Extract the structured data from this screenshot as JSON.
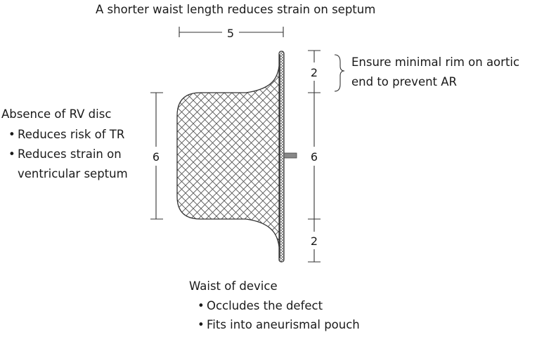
{
  "colors": {
    "text": "#1a1a1a",
    "line": "#333333",
    "mesh": "#555555",
    "background": "#ffffff"
  },
  "top_note": "A shorter waist length reduces strain on septum",
  "dimensions": {
    "waist_length": "5",
    "waist_height": "6",
    "disc_upper": "2",
    "disc_middle": "6",
    "disc_lower": "2"
  },
  "rim_note": {
    "line1": "Ensure minimal rim on aortic",
    "line2": "end to prevent AR"
  },
  "rv_disc_note": {
    "title": "Absence of RV disc",
    "bullets": [
      "Reduces risk of TR",
      "Reduces strain on",
      "ventricular septum"
    ]
  },
  "waist_note": {
    "title": "Waist of device",
    "bullets": [
      "Occludes the defect",
      "Fits into aneurismal pouch"
    ]
  }
}
